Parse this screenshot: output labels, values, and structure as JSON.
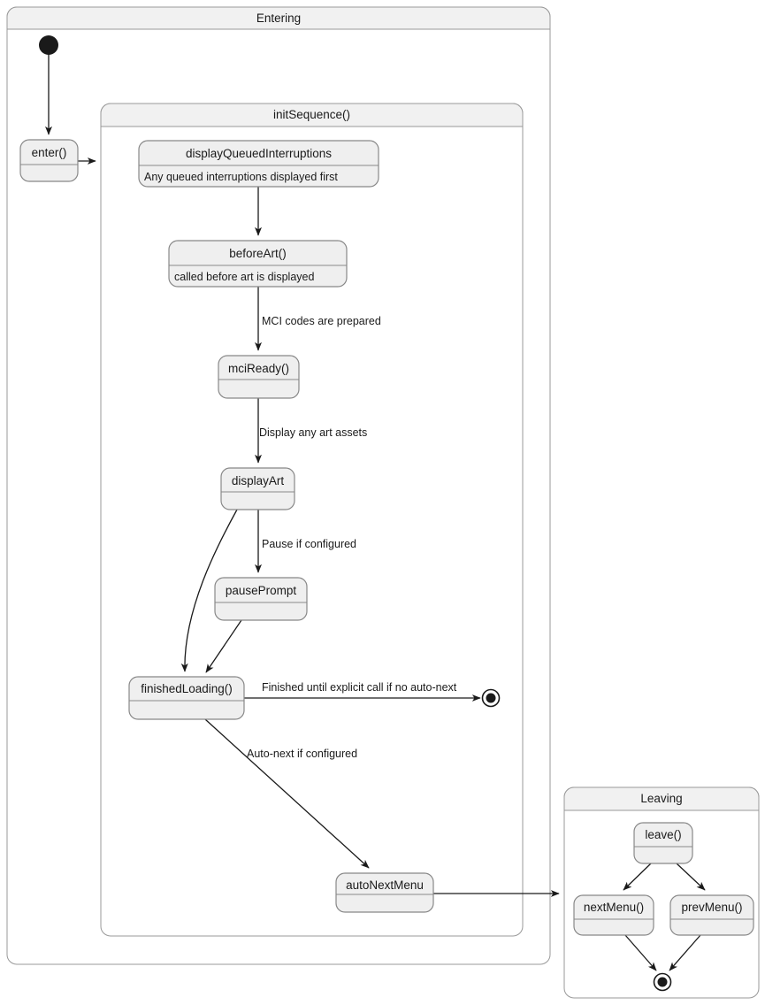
{
  "diagram": {
    "type": "uml-state-diagram",
    "colors": {
      "state_fill": "#efefef",
      "state_stroke": "#888888",
      "package_fill": "#ffffff",
      "package_header_fill": "#f1f1f1",
      "package_stroke": "#999999",
      "edge_stroke": "#1a1a1a",
      "text": "#1a1a1a"
    }
  },
  "packages": [
    {
      "id": "entering",
      "title": "Entering"
    },
    {
      "id": "initsequence",
      "title": "initSequence()"
    },
    {
      "id": "leaving",
      "title": "Leaving"
    }
  ],
  "states": [
    {
      "id": "enter",
      "title": "enter()",
      "desc": ""
    },
    {
      "id": "displayqueued",
      "title": "displayQueuedInterruptions",
      "desc": "Any queued interruptions displayed first"
    },
    {
      "id": "beforeart",
      "title": "beforeArt()",
      "desc": "called before art is displayed"
    },
    {
      "id": "mciready",
      "title": "mciReady()",
      "desc": ""
    },
    {
      "id": "displayart",
      "title": "displayArt",
      "desc": ""
    },
    {
      "id": "pauseprompt",
      "title": "pausePrompt",
      "desc": ""
    },
    {
      "id": "finishedloading",
      "title": "finishedLoading()",
      "desc": ""
    },
    {
      "id": "autonextmenu",
      "title": "autoNextMenu",
      "desc": ""
    },
    {
      "id": "leave",
      "title": "leave()",
      "desc": ""
    },
    {
      "id": "nextmenu",
      "title": "nextMenu()",
      "desc": ""
    },
    {
      "id": "prevmenu",
      "title": "prevMenu()",
      "desc": ""
    }
  ],
  "pseudostates": [
    {
      "id": "start-entering",
      "kind": "initial"
    },
    {
      "id": "end-entering",
      "kind": "final"
    },
    {
      "id": "end-leaving",
      "kind": "final"
    }
  ],
  "transitions": [
    {
      "id": "t1",
      "from": "start-entering",
      "to": "enter",
      "label": ""
    },
    {
      "id": "t2",
      "from": "enter",
      "to": "initsequence",
      "label": ""
    },
    {
      "id": "t3",
      "from": "displayqueued",
      "to": "beforeart",
      "label": ""
    },
    {
      "id": "t4",
      "from": "beforeart",
      "to": "mciready",
      "label": "MCI codes are prepared"
    },
    {
      "id": "t5",
      "from": "mciready",
      "to": "displayart",
      "label": "Display any art assets"
    },
    {
      "id": "t6",
      "from": "displayart",
      "to": "pauseprompt",
      "label": "Pause if configured"
    },
    {
      "id": "t7",
      "from": "displayart",
      "to": "finishedloading",
      "label": ""
    },
    {
      "id": "t8",
      "from": "pauseprompt",
      "to": "finishedloading",
      "label": ""
    },
    {
      "id": "t9",
      "from": "finishedloading",
      "to": "end-entering",
      "label": "Finished until explicit call if no auto-next"
    },
    {
      "id": "t10",
      "from": "finishedloading",
      "to": "autonextmenu",
      "label": "Auto-next if configured"
    },
    {
      "id": "t11",
      "from": "autonextmenu",
      "to": "leaving",
      "label": ""
    },
    {
      "id": "t12",
      "from": "leave",
      "to": "nextmenu",
      "label": ""
    },
    {
      "id": "t13",
      "from": "leave",
      "to": "prevmenu",
      "label": ""
    },
    {
      "id": "t14",
      "from": "nextmenu",
      "to": "end-leaving",
      "label": ""
    },
    {
      "id": "t15",
      "from": "prevmenu",
      "to": "end-leaving",
      "label": ""
    }
  ]
}
